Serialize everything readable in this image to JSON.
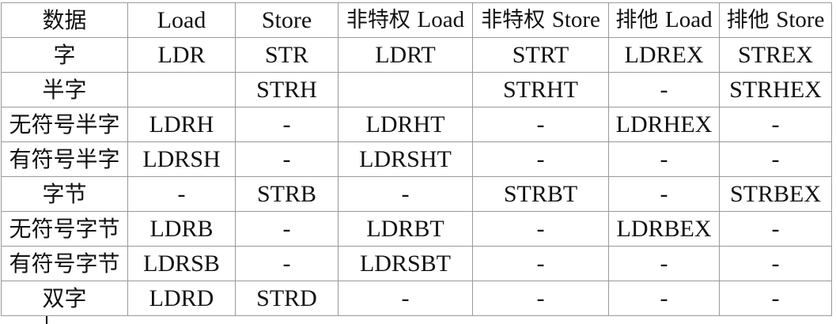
{
  "table": {
    "header": {
      "col0": "数据",
      "col1": "Load",
      "col2": "Store",
      "col3_cjk": "非特权",
      "col3_lat": "Load",
      "col4_cjk": "非特权",
      "col4_lat": "Store",
      "col5_cjk": "排他",
      "col5_lat": "Load",
      "col6_cjk": "排他",
      "col6_lat": "Store"
    },
    "rows": [
      {
        "type": "字",
        "load": "LDR",
        "store": "STR",
        "unpriv_load": "LDRT",
        "unpriv_store": "STRT",
        "excl_load": "LDREX",
        "excl_store": "STREX"
      },
      {
        "type": "半字",
        "load": "",
        "store": "STRH",
        "unpriv_load": "",
        "unpriv_store": "STRHT",
        "excl_load": "-",
        "excl_store": "STRHEX"
      },
      {
        "type": "无符号半字",
        "load": "LDRH",
        "store": "-",
        "unpriv_load": "LDRHT",
        "unpriv_store": "-",
        "excl_load": "LDRHEX",
        "excl_store": "-"
      },
      {
        "type": "有符号半字",
        "load": "LDRSH",
        "store": "-",
        "unpriv_load": "LDRSHT",
        "unpriv_store": "-",
        "excl_load": "-",
        "excl_store": "-"
      },
      {
        "type": "字节",
        "load": "-",
        "store": "STRB",
        "unpriv_load": "-",
        "unpriv_store": "STRBT",
        "excl_load": "-",
        "excl_store": "STRBEX"
      },
      {
        "type": "无符号字节",
        "load": "LDRB",
        "store": "-",
        "unpriv_load": "LDRBT",
        "unpriv_store": "-",
        "excl_load": "LDRBEX",
        "excl_store": "-"
      },
      {
        "type": "有符号字节",
        "load": "LDRSB",
        "store": "-",
        "unpriv_load": "LDRSBT",
        "unpriv_store": "-",
        "excl_load": "-",
        "excl_store": "-"
      },
      {
        "type": "双字",
        "load": "LDRD",
        "store": "STRD",
        "unpriv_load": "-",
        "unpriv_store": "-",
        "excl_load": "-",
        "excl_store": "-"
      }
    ]
  },
  "colors": {
    "text": "#111111",
    "border": "#9a9a9a",
    "background": "#ffffff"
  }
}
